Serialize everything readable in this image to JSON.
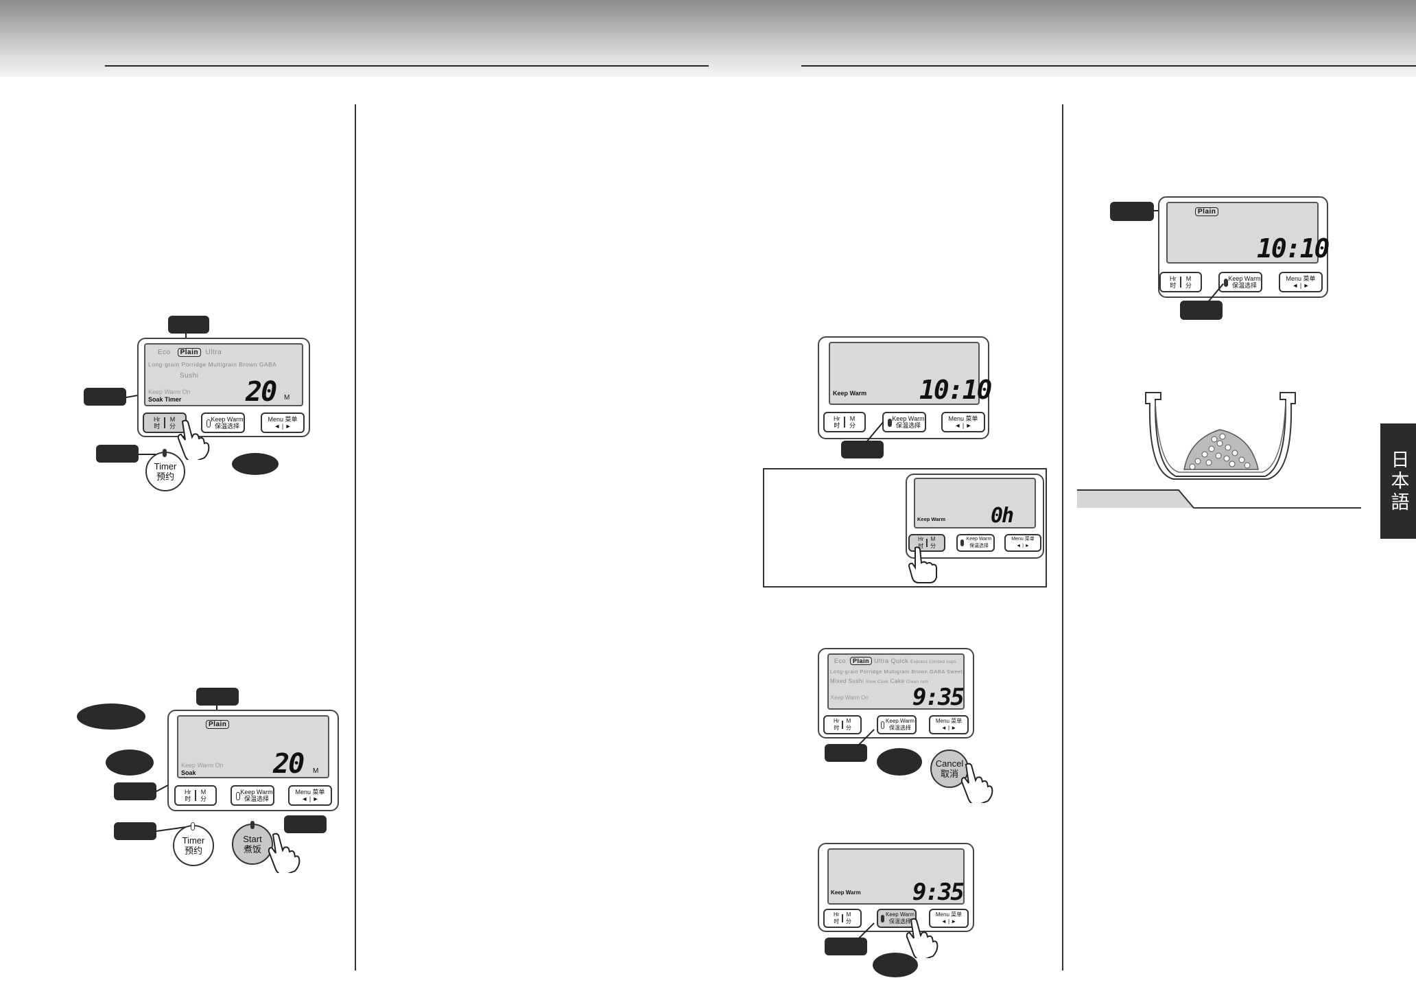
{
  "language_tab": "日本語",
  "modes": {
    "eco": "Eco",
    "plain": "Plain",
    "ultra": "Ultra",
    "quick": "Quick",
    "express": "Express Limited cups",
    "long_grain": "Long-grain",
    "porridge": "Porridge",
    "multigrain": "Multigrain",
    "brown": "Brown",
    "gaba": "GABA",
    "sweet": "Sweet",
    "mixed": "Mixed",
    "sushi": "Sushi",
    "slow_cook": "Slow Cook",
    "cake": "Cake",
    "clean": "Clean rum"
  },
  "status": {
    "keep_warm_on": "Keep Warm On",
    "soak_timer": "Soak Timer",
    "soak": "Soak",
    "keep_warm": "Keep Warm"
  },
  "buttons": {
    "hr": "Hr",
    "hr_cn": "时",
    "m": "M",
    "m_cn": "分",
    "keep_warm": "Keep Warm",
    "keep_warm_cn": "保温选择",
    "menu": "Menu 菜单",
    "arrows": "◄ | ►",
    "timer": "Timer",
    "timer_cn": "预约",
    "start": "Start",
    "start_cn": "煮饭",
    "cancel": "Cancel",
    "cancel_cn": "取消"
  },
  "displays": {
    "p1_value": "20",
    "p1_unit": "M",
    "p2_value": "20",
    "p2_unit": "M",
    "p3_value": "10:10",
    "p4_value": "0h",
    "p5_value": "9:35",
    "p6_value": "9:35",
    "p7_value": "10:10"
  }
}
